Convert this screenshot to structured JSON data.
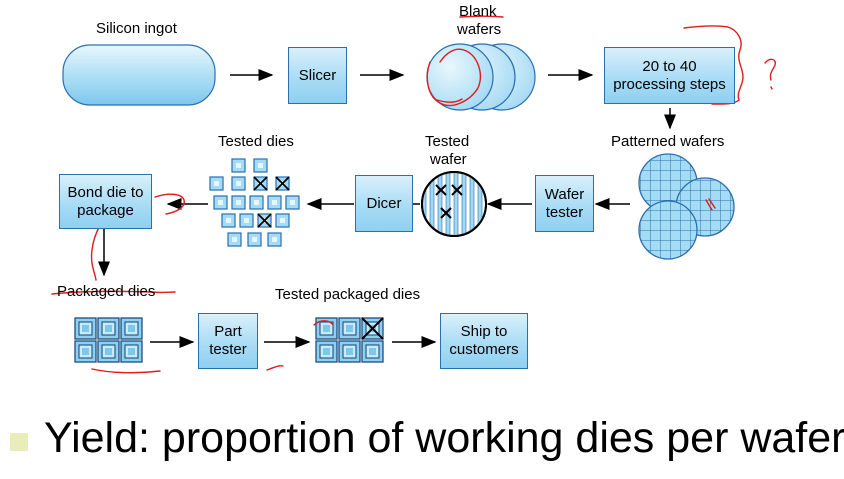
{
  "labels": {
    "silicon_ingot": "Silicon ingot",
    "blank_wafers_1": "Blank",
    "blank_wafers_2": "wafers",
    "tested_dies": "Tested dies",
    "tested_wafer_1": "Tested",
    "tested_wafer_2": "wafer",
    "patterned_wafers": "Patterned wafers",
    "packaged_dies": "Packaged dies",
    "tested_packaged_dies": "Tested packaged dies"
  },
  "boxes": {
    "slicer": "Slicer",
    "processing_1": "20 to 40",
    "processing_2": "processing steps",
    "wafer_tester_1": "Wafer",
    "wafer_tester_2": "tester",
    "dicer": "Dicer",
    "bond_1": "Bond die to",
    "bond_2": "package",
    "part_tester_1": "Part",
    "part_tester_2": "tester",
    "ship_1": "Ship to",
    "ship_2": "customers"
  },
  "annotation": "?",
  "bullet_text": "Yield: proportion of working dies per wafer",
  "colors": {
    "box_fill": "#a9dcf5",
    "box_border": "#2a6fb0",
    "ink": "#e01c1c",
    "bullet": "#e9edb9"
  }
}
